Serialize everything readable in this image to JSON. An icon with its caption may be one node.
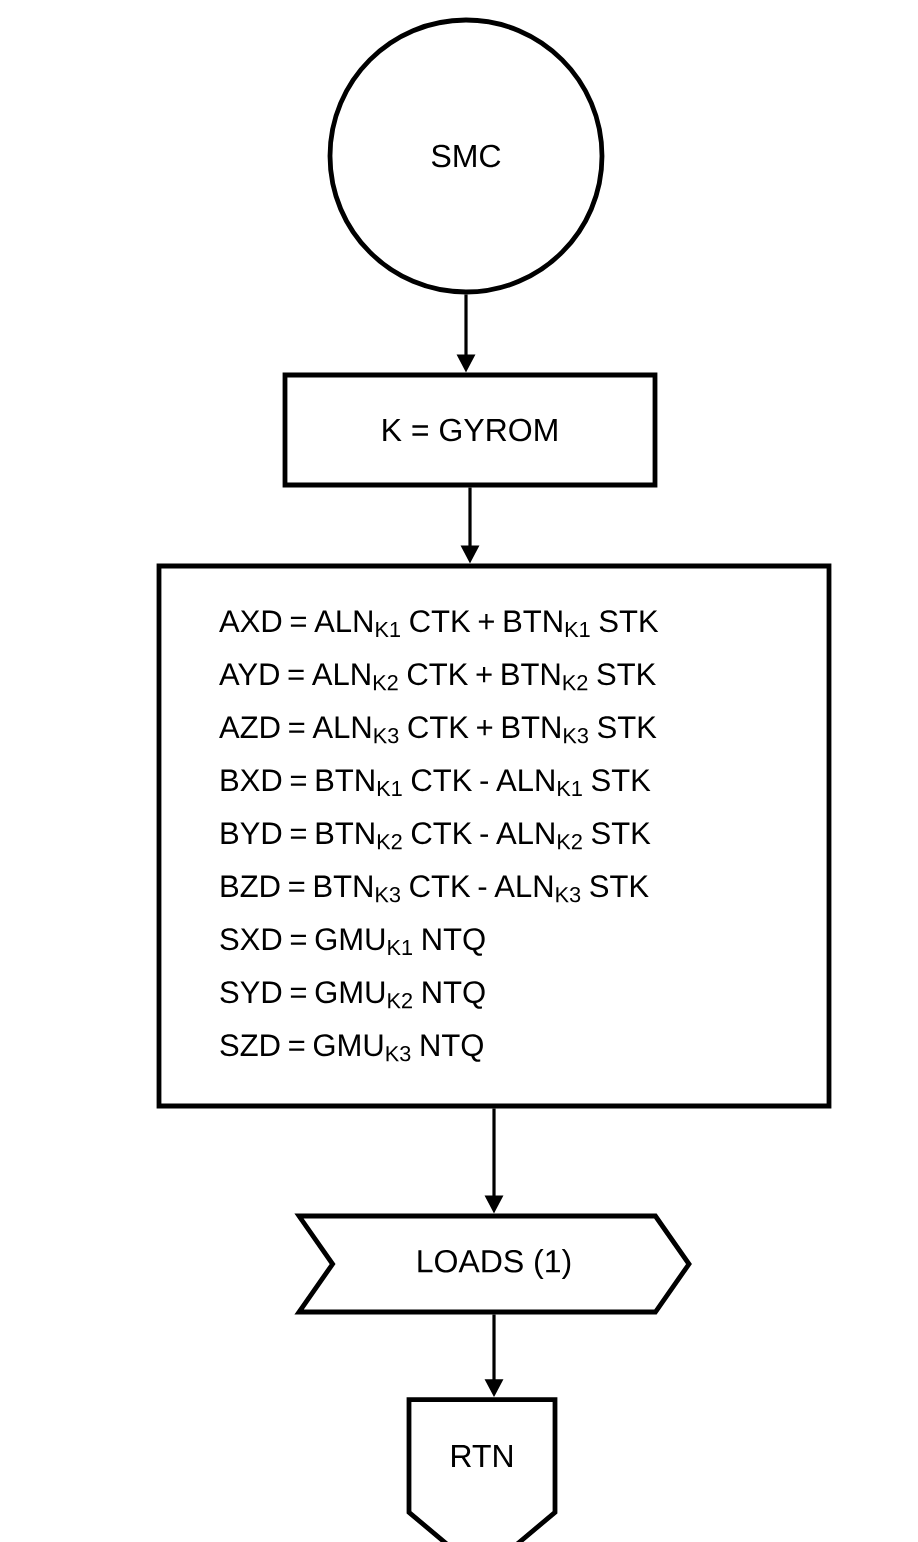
{
  "diagram": {
    "nodes": [
      {
        "text": [
          "SMC"
        ]
      },
      {
        "text": [
          "K = GYROM"
        ]
      },
      {
        "text": [
          "AXD = ALN$_{K1}$ CTK + BTN$_{K1}$ STK",
          "AYD = ALN$_{K2}$ CTK + BTN$_{K2}$ STK",
          "AZD = ALN$_{K3}$ CTK + BTN$_{K3}$ STK",
          "BXD = BTN$_{K1}$ CTK - ALN$_{K1}$ STK",
          "BYD = BTN$_{K2}$ CTK - ALN$_{K2}$ STK",
          "BZD = BTN$_{K3}$ CTK - ALN$_{K3}$ STK",
          "SXD = GMU$_{K1}$ NTQ",
          "SYD = GMU$_{K2}$ NTQ",
          "SZD = GMU$_{K3}$ NTQ"
        ]
      },
      {
        "text": [
          "LOADS (1)"
        ]
      },
      {
        "text": [
          "RTN"
        ]
      }
    ],
    "edges": [
      {
        "from": 0,
        "to": 1,
        "arrow": "to"
      },
      {
        "from": 1,
        "to": 2,
        "arrow": "to"
      },
      {
        "from": 2,
        "to": 3,
        "arrow": "to"
      },
      {
        "from": 3,
        "to": 4,
        "arrow": "to"
      }
    ]
  }
}
